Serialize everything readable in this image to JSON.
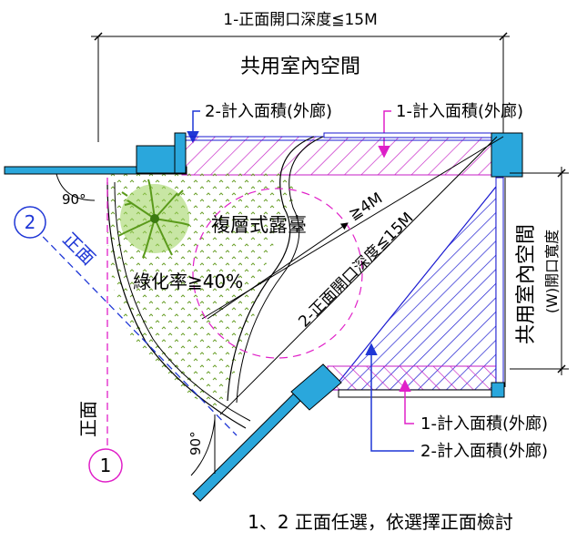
{
  "labels": {
    "depth_1_title": "1-正面開口深度≦15M",
    "shared_space_top": "共用室內空間",
    "area_2_top": "2-計入面積(外廊)",
    "area_1_top": "1-計入面積(外廊)",
    "balcony": "複層式露臺",
    "min_4m": "≧4M",
    "depth_2": "2-正面開口深度≦15M",
    "green_ratio": "綠化率≧40%",
    "frontage_word": "正面",
    "marker_1": "1",
    "marker_2": "2",
    "angle_90": "90°",
    "shared_space_right": "共用室內空間",
    "opening_width": "(W)開口寬度",
    "area_1_bottom": "1-計入面積(外廊)",
    "area_2_bottom": "2-計入面積(外廊)",
    "footnote": "1、2 正面任選，依選擇正面檢討"
  },
  "colors": {
    "wall_blue": "#2aa7dc",
    "hatch_magenta": "#c41cc4",
    "hatch_blue": "#1a1ad0",
    "marker_magenta": "#e020c8",
    "marker_blue": "#1f37d6",
    "green_dots": "#6aa02a",
    "tree_green": "#7ac143"
  }
}
